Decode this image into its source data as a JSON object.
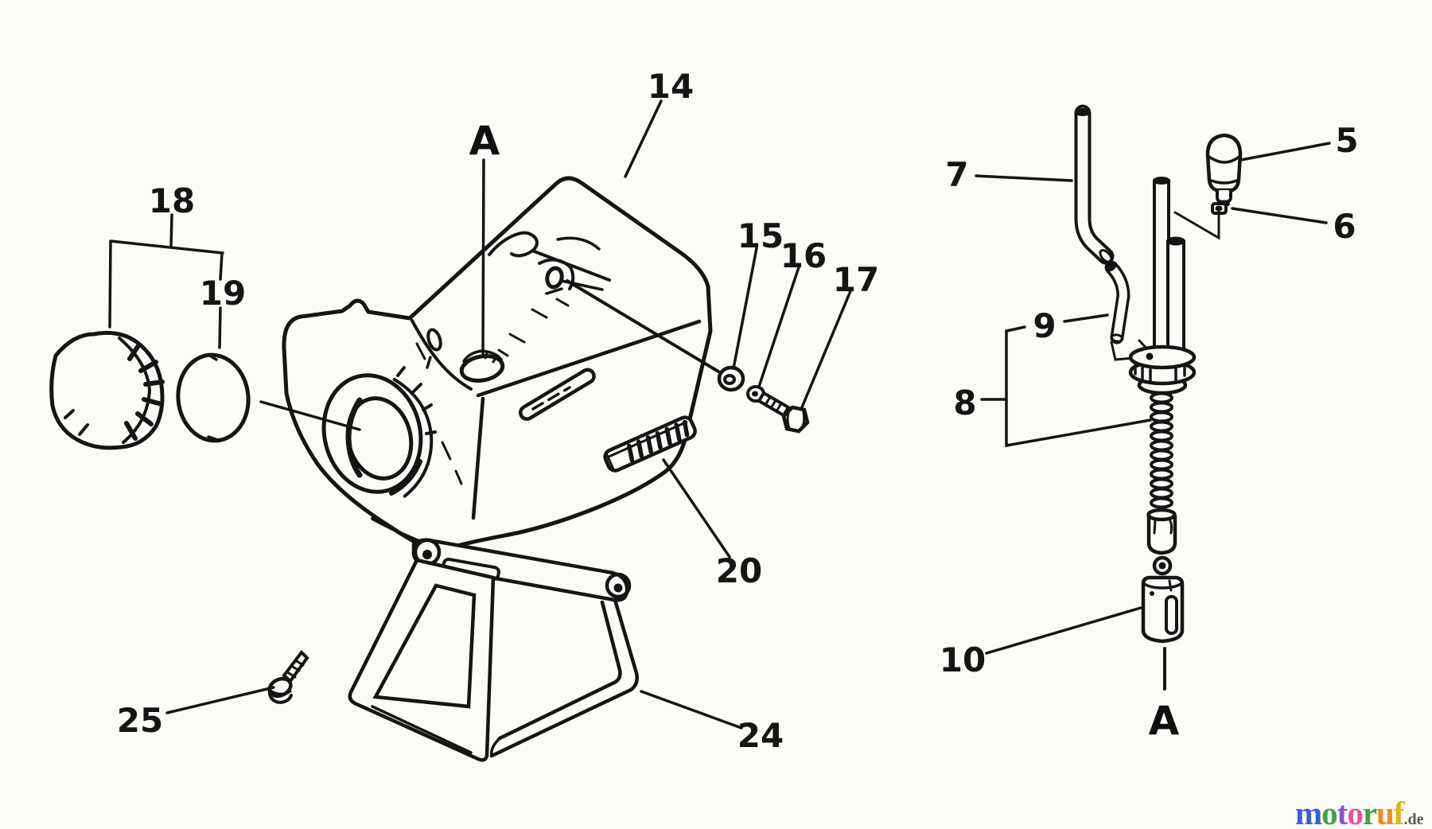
{
  "page": {
    "background": "#fbfbf7",
    "line_color": "#151515",
    "description": "Exploded parts line diagram of a fuel tank assembly with numbered callouts"
  },
  "labels": {
    "l14": "14",
    "aTop": "A",
    "l18": "18",
    "l19": "19",
    "l15": "15",
    "l16": "16",
    "l17": "17",
    "l20": "20",
    "l25": "25",
    "l24": "24",
    "l5": "5",
    "l6": "6",
    "l7": "7",
    "l9": "9",
    "l8": "8",
    "l10": "10",
    "aBottom": "A"
  },
  "part_numbers_shown": [
    "5",
    "6",
    "7",
    "8",
    "9",
    "10",
    "14",
    "15",
    "16",
    "17",
    "18",
    "19",
    "20",
    "24",
    "25"
  ],
  "logo": {
    "letters": [
      {
        "ch": "m",
        "color": "#3b5ec9"
      },
      {
        "ch": "o",
        "color": "#3fa43c"
      },
      {
        "ch": "t",
        "color": "#8a55cc"
      },
      {
        "ch": "o",
        "color": "#ec4f9d"
      },
      {
        "ch": "r",
        "color": "#41a33e"
      },
      {
        "ch": "u",
        "color": "#ef8b1f"
      },
      {
        "ch": "f",
        "color": "#e3b31c"
      }
    ],
    "suffix": ".de",
    "suffix_color": "#5a5a5a"
  }
}
